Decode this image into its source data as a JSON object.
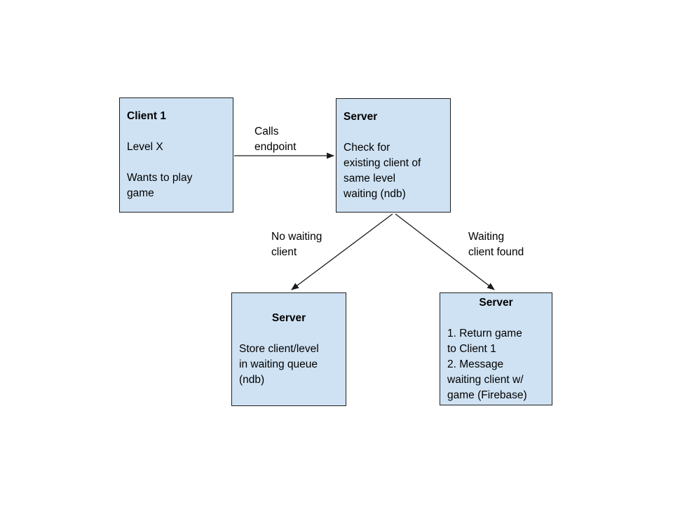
{
  "diagram": {
    "boxes": [
      {
        "id": "client-1",
        "title": "Client 1",
        "paragraphs": [
          "Level X",
          "Wants to play\ngame"
        ]
      },
      {
        "id": "server-check",
        "title": "Server",
        "paragraphs": [
          "Check for\nexisting client of\nsame level\nwaiting (ndb)"
        ]
      },
      {
        "id": "server-store",
        "title": "Server",
        "paragraphs": [
          "Store client/level\nin waiting queue\n(ndb)"
        ]
      },
      {
        "id": "server-return",
        "title": "Server",
        "paragraphs": [
          "1. Return game\nto Client 1\n2. Message\nwaiting client w/\ngame (Firebase)"
        ]
      }
    ],
    "edge_labels": [
      {
        "id": "calls-endpoint",
        "text": "Calls\nendpoint"
      },
      {
        "id": "no-waiting-client",
        "text": "No waiting\nclient"
      },
      {
        "id": "waiting-client-found",
        "text": "Waiting\nclient found"
      }
    ],
    "colors": {
      "box_fill": "#cfe2f3",
      "box_border": "#1f1f1f",
      "arrow": "#1a1a1a",
      "text": "#000000",
      "background": "#ffffff"
    }
  }
}
